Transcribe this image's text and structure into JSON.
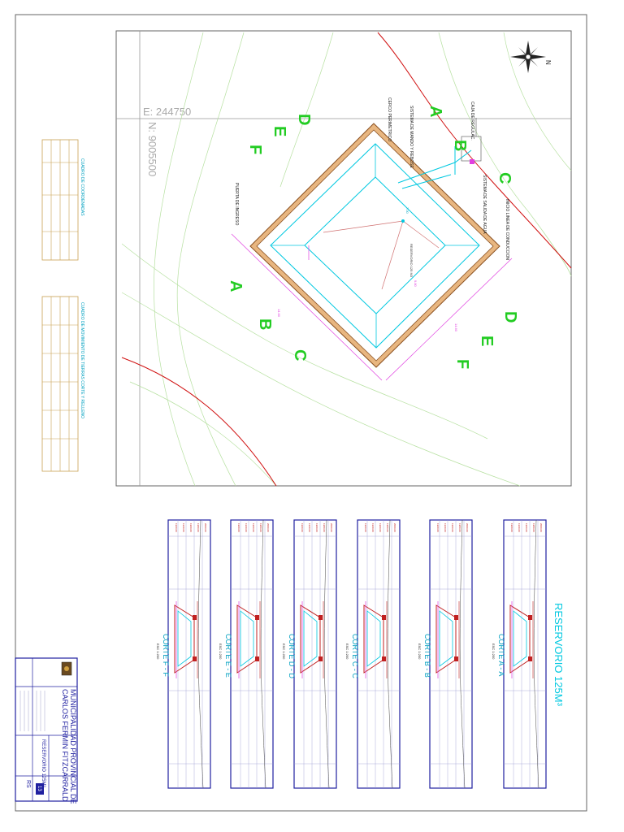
{
  "sheet": {
    "coord_e": "E: 244750",
    "coord_n": "N: 9005500",
    "north": "N"
  },
  "plan_labels": {
    "top_left": [
      "A",
      "B",
      "C"
    ],
    "top_left_sub": [
      "_",
      "_",
      "_"
    ],
    "left_mid": [
      "D",
      "E",
      "F"
    ],
    "bottom_left": [
      "A",
      "B",
      "C"
    ],
    "right": [
      "D",
      "E",
      "F"
    ],
    "notes": [
      "CERCO PERIMETRICO",
      "SISTEMA DE MANDO Y REBOSE",
      "CAJA DE REGULAC.",
      "SISTEMA DE SALIDA DE AGUA",
      "INICIO LINEA DE CONDUCCION",
      "PUERTA DE INGRESO",
      "RESERVORIO 125 M3"
    ],
    "dims": [
      "14.60",
      "14.60",
      "9.80",
      "9.80",
      "7.00"
    ]
  },
  "tables": {
    "coords_title": "CUADRO DE COORDENADAS",
    "earth_title": "CUADRO DE MOVIMIENTO DE TIERRAS CORTE Y RELLENO"
  },
  "section_panels": {
    "main_title": "RESERVORIO 125M³",
    "panels": [
      {
        "title": "CORTE A - A",
        "scale": "ESC 1:200"
      },
      {
        "title": "CORTE B - B",
        "scale": "ESC 1:200"
      },
      {
        "title": "CORTE C - C",
        "scale": "ESC 1:200"
      },
      {
        "title": "CORTE D - D",
        "scale": "ESC 1:200"
      },
      {
        "title": "CORTE E - E",
        "scale": "ESC 1:200"
      },
      {
        "title": "CORTE F - F",
        "scale": "ESC 1:200"
      }
    ],
    "elevations": [
      "2000.00",
      "1980.00",
      "1960.00",
      "1940.00",
      "1920.00",
      "1900.00"
    ]
  },
  "title_block": {
    "entity_line1": "MUNICIPALIDAD PROVINCIAL DE",
    "entity_line2": "CARLOS FERMIN FITZCARRALD",
    "sheet_name": "RESERVORIO 125M³",
    "sheet_code": "RS",
    "sheet_number": "13"
  },
  "colors": {
    "frame": "#555555",
    "green_label": "#22cc22",
    "cyan": "#00c8e0",
    "magenta": "#e040e0",
    "red": "#d01010",
    "table_tan": "#c8a050",
    "panel_blue": "#2020a0",
    "brown_fill": "#c88a50"
  }
}
